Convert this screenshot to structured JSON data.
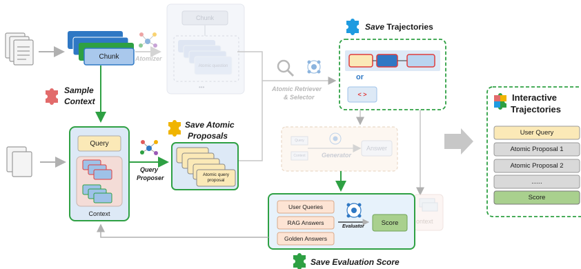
{
  "colors": {
    "green": "#2ea043",
    "green_dark": "#2f8f3a",
    "blue": "#2f78c4",
    "gray_line": "#b0b0b0",
    "faded": "#c9ccd4",
    "cream": "#fbe9b7",
    "orange_box": "#fde4d4",
    "light_blue": "#dde9f6",
    "pink": "#f3dede",
    "score_green": "#a9d08e"
  },
  "icons": [
    "document-stack-icon",
    "question-doc-icon",
    "atom-network-icon",
    "magnifier-icon",
    "puzzle-icon"
  ],
  "top": {
    "chunk_label": "Chunk",
    "atomizer_label": "Atomizer",
    "faded_chunk_header": "Chunk",
    "faded_atomic_question": "Atomic question",
    "faded_ellipsis": "•••"
  },
  "sample_context": {
    "line1": "Sample",
    "line2": "Context"
  },
  "context_panel": {
    "query": "Query",
    "context": "Context"
  },
  "query_proposer": {
    "line1": "Query",
    "line2": "Proposer"
  },
  "save_atomic": {
    "line1": "Save Atomic",
    "line2": "Proposals",
    "card_text": "Atomic query proposal"
  },
  "retriever": {
    "line1": "Atomic Retriever",
    "line2": "& Selector"
  },
  "save_traj": {
    "save": "Save",
    "rest": " Trajectories",
    "or": "or",
    "code": "< >"
  },
  "generator": {
    "query": "Query",
    "context": "Context",
    "generator": "Generator",
    "answer": "Answer"
  },
  "eval": {
    "inputs": [
      "User Queries",
      "RAG Answers",
      "Golden Answers"
    ],
    "evaluator": "Evaluator",
    "score": "Score",
    "faded_context": "ontext",
    "save_label_save": "Save",
    "save_label_rest": " Evaluation Score"
  },
  "interactive": {
    "title_line1": "Interactive",
    "title_line2": "Trajectories",
    "items": [
      "User Query",
      "Atomic Proposal 1",
      "Atomic Proposal 2",
      "......",
      "Score"
    ]
  }
}
